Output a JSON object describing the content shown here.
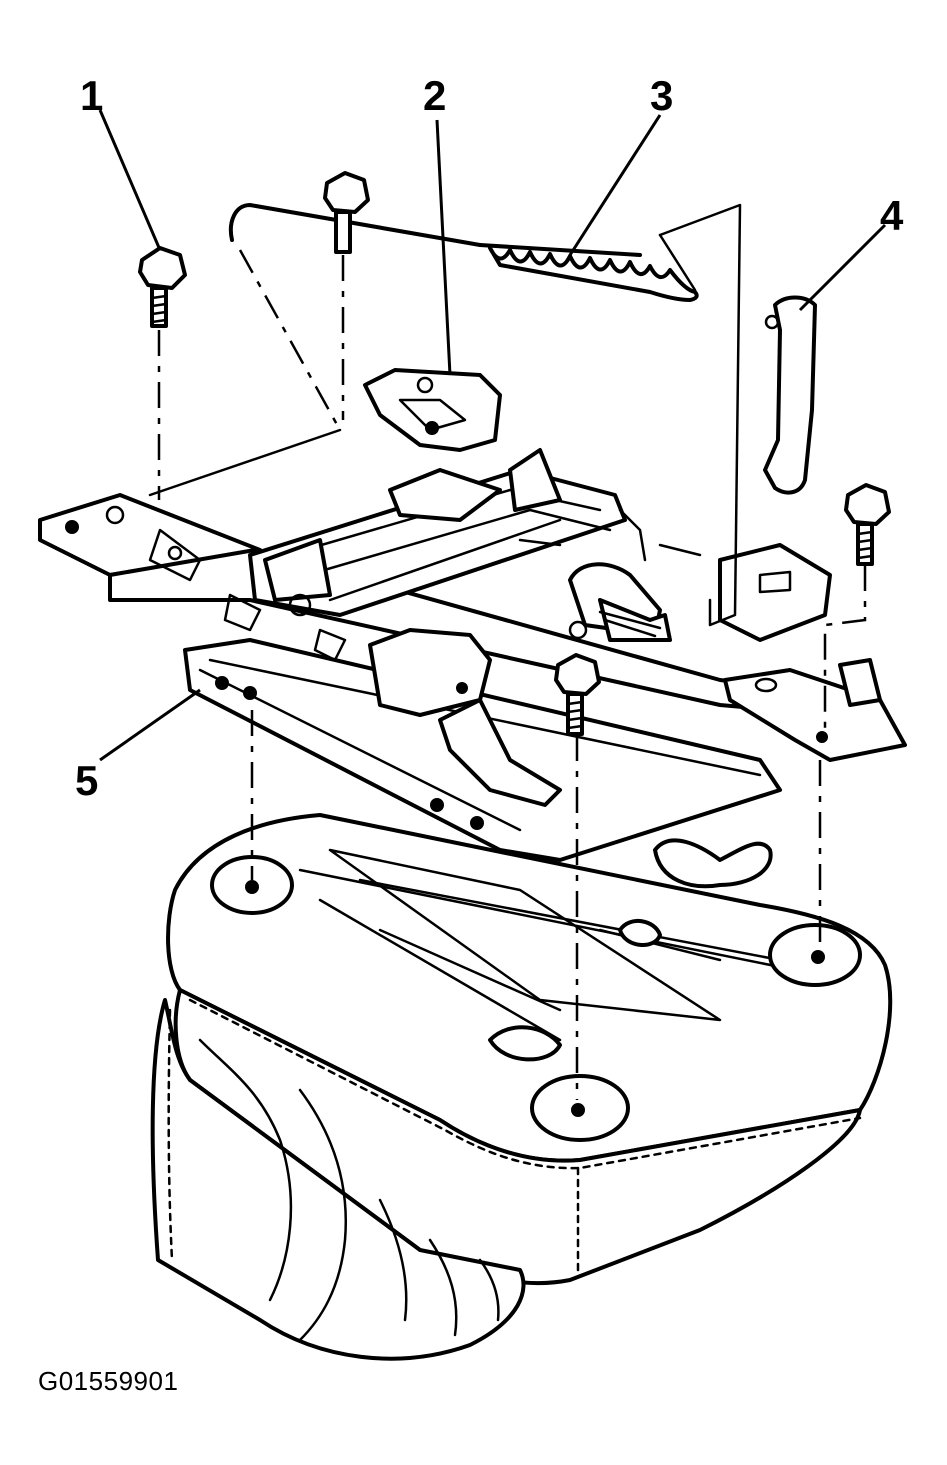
{
  "figure_id": "G01559901",
  "callouts": [
    {
      "id": "callout-1",
      "label": "1"
    },
    {
      "id": "callout-2",
      "label": "2"
    },
    {
      "id": "callout-3",
      "label": "3"
    },
    {
      "id": "callout-4",
      "label": "4"
    },
    {
      "id": "callout-5",
      "label": "5"
    }
  ],
  "colors": {
    "line": "#000000",
    "background": "#ffffff"
  }
}
